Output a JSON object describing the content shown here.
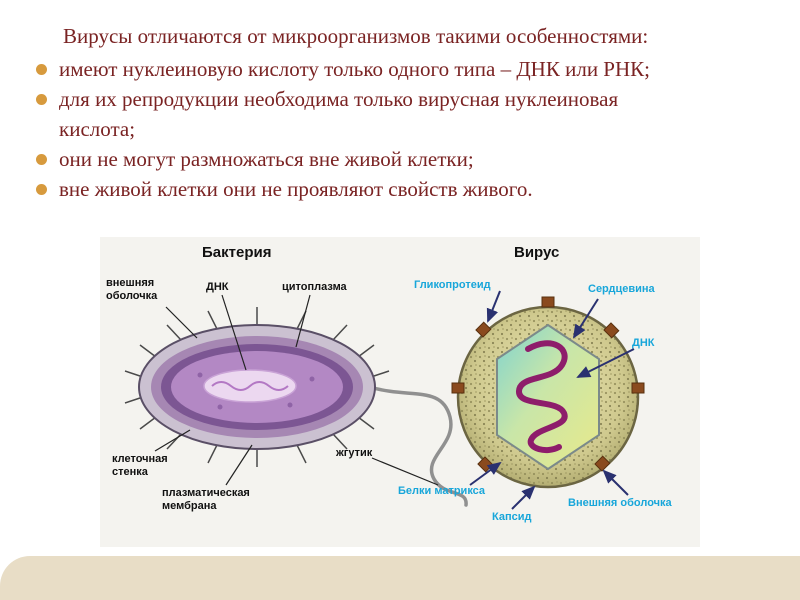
{
  "slide": {
    "title": "Вирусы отличаются от микроорганизмов такими особенностями:",
    "bullets": [
      "имеют нуклеиновую кислоту только одного типа – ДНК или РНК;",
      " для их репродукции необходима только вирусная нуклеиновая\nкислота;",
      "они не могут размножаться вне живой клетки;",
      " вне живой клетки они не проявляют свойств живого."
    ],
    "colors": {
      "text": "#7a2323",
      "bullet": "#d79a3d",
      "footer": "#e8ddc6"
    }
  },
  "figure": {
    "bacteria": {
      "title": "Бактерия",
      "labels": {
        "outer_membrane": "внешняя оболочка",
        "dna": "ДНК",
        "cytoplasm": "цитоплазма",
        "cell_wall": "клеточная стенка",
        "plasma_membrane": "плазматическая мембрана",
        "flagellum": "жгутик"
      }
    },
    "virus": {
      "title": "Вирус",
      "labels": {
        "glycoprotein": "Гликопротеид",
        "core": "Сердцевина",
        "dna": "ДНК",
        "matrix_proteins": "Белки матрикса",
        "capsid": "Капсид",
        "outer_envelope": "Внешняя оболочка"
      },
      "label_color": "#18a6da"
    }
  }
}
